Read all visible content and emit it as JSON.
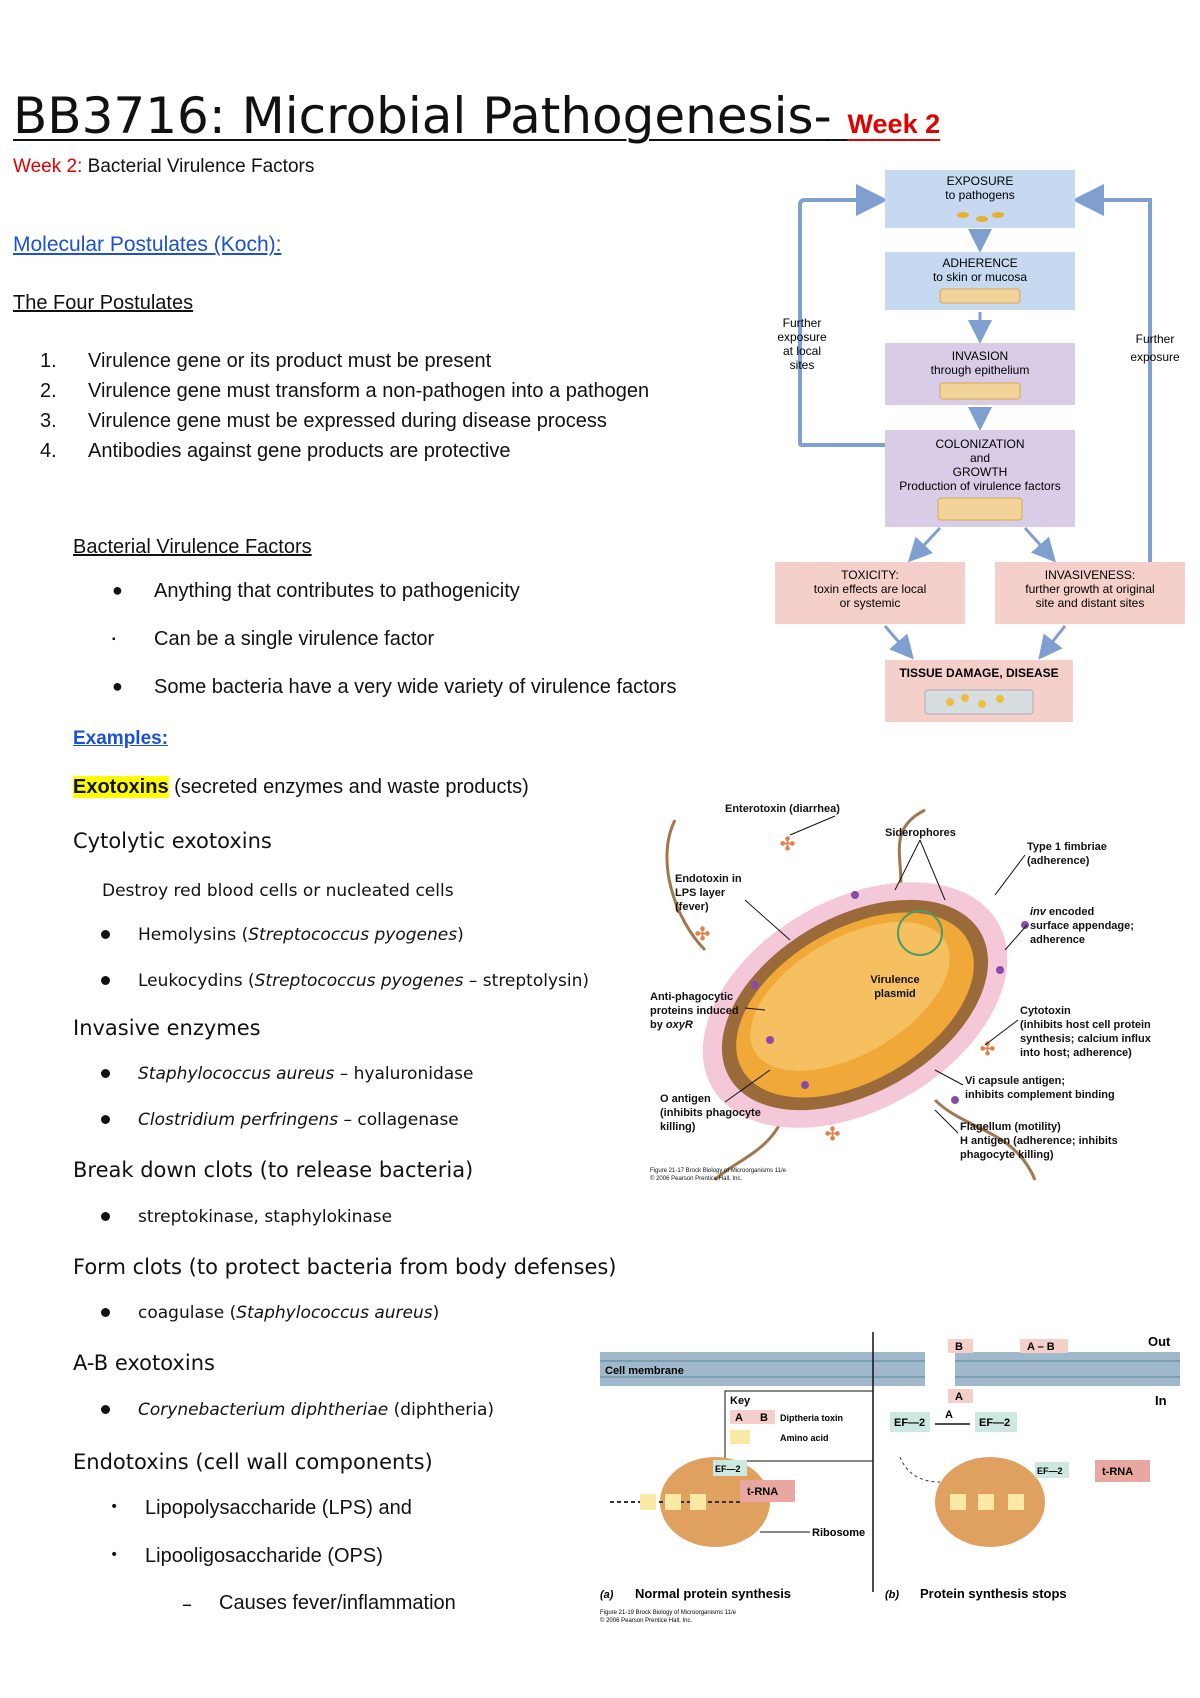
{
  "title": {
    "main": "BB3716: Microbial Pathogenesis-",
    "week": "Week 2"
  },
  "subtitle": {
    "week_label": "Week 2:",
    "topic": "Bacterial Virulence Factors"
  },
  "postulates": {
    "heading": "Molecular Postulates (Koch):",
    "subheading": "The Four Postulates",
    "items": [
      {
        "num": "1.",
        "text": "Virulence gene or its product must be present"
      },
      {
        "num": "2.",
        "text": "Virulence gene must transform a non-pathogen into a pathogen"
      },
      {
        "num": "3.",
        "text": "Virulence gene must be expressed during disease process"
      },
      {
        "num": "4.",
        "text": "Antibodies against gene products are protective"
      }
    ]
  },
  "virulence_factors": {
    "heading": "Bacterial Virulence Factors",
    "bullets": [
      "Anything that contributes to pathogenicity",
      "Can be a single virulence factor",
      "Some bacteria have a very wide variety of virulence factors"
    ]
  },
  "examples": {
    "heading": "Examples:",
    "exotoxins_label": "Exotoxins",
    "exotoxins_desc": "(secreted enzymes and waste products)",
    "cytolytic": {
      "heading": "Cytolytic exotoxins",
      "desc": "Destroy red blood cells or nucleated cells",
      "item1_a": "Hemolysins (",
      "item1_b": "Streptococcus pyogenes",
      "item1_c": ")",
      "item2_a": "Leukocydins (",
      "item2_b": "Streptococcus pyogenes",
      "item2_c": " – streptolysin)"
    },
    "invasive": {
      "heading": "Invasive enzymes",
      "item1_a": "Staphylococcus aureus",
      "item1_b": " – hyaluronidase",
      "item2_a": "Clostridium perfringens",
      "item2_b": " – collagenase"
    },
    "breakdown": {
      "heading": "Break down clots (to release bacteria)",
      "item1": "streptokinase, staphylokinase"
    },
    "formclots": {
      "heading": "Form clots (to protect bacteria from body defenses)",
      "item1_a": "coagulase (",
      "item1_b": "Staphylococcus aureus",
      "item1_c": ")"
    },
    "ab": {
      "heading": "A-B exotoxins",
      "item1_a": "Corynebacterium diphtheriae",
      "item1_b": " (diphtheria)"
    },
    "endo": {
      "heading": "Endotoxins (cell wall components)",
      "item1": "Lipopolysaccharide (LPS) and",
      "item2": "Lipooligosaccharide (OPS)",
      "sub1": "Causes fever/inflammation"
    }
  },
  "flow_diagram": {
    "exposure": "EXPOSURE",
    "exposure2": "to pathogens",
    "adherence": "ADHERENCE",
    "adherence2": "to skin or mucosa",
    "invasion": "INVASION",
    "invasion2": "through epithelium",
    "colonization": "COLONIZATION",
    "colonization2": "and",
    "colonization3": "GROWTH",
    "colonization4": "Production  of virulence factors",
    "toxicity": "TOXICITY:",
    "toxicity2": "toxin effects are local",
    "toxicity3": "or systemic",
    "invasiveness": "INVASIVENESS:",
    "invasiveness2": "further growth at original",
    "invasiveness3": "site and distant sites",
    "damage": "TISSUE DAMAGE, DISEASE",
    "left_note1": "Further",
    "left_note2": "exposure",
    "left_note3": "at local",
    "left_note4": "sites",
    "right_note1": "Further",
    "right_note2": "exposure",
    "colors": {
      "blue": "#c6d9f1",
      "purple": "#d9cce6",
      "pink": "#f5cfc9",
      "arrow": "#7f9fd0"
    }
  },
  "bacterium_diagram": {
    "enterotoxin": "Enterotoxin (diarrhea)",
    "siderophores": "Siderophores",
    "fimbriae1": "Type 1 fimbriae",
    "fimbriae2": "(adherence)",
    "endotoxin1": "Endotoxin in",
    "endotoxin2": "LPS layer",
    "endotoxin3": "(fever)",
    "inv1": "inv",
    "inv1b": " encoded",
    "inv2": "surface appendage;",
    "inv3": "adherence",
    "plasmid1": "Virulence",
    "plasmid2": "plasmid",
    "antiphago1": "Anti-phagocytic",
    "antiphago2": "proteins induced",
    "antiphago3": "by ",
    "antiphago3b": "oxyR",
    "cyto1": "Cytotoxin",
    "cyto2": "(inhibits host cell protein",
    "cyto3": "synthesis; calcium influx",
    "cyto4": "into host; adherence)",
    "vi1": "Vi capsule antigen;",
    "vi2": "inhibits complement binding",
    "oant1": "O antigen",
    "oant2": "(inhibits phagocyte",
    "oant3": "killing)",
    "flag1": "Flagellum (motility)",
    "flag2": "H antigen (adherence; inhibits",
    "flag3": "phagocyte killing)",
    "caption1": "Figure 21-17  Brock Biology of Microorganisms 11/e",
    "caption2": "© 2006 Pearson Prentice Hall, Inc."
  },
  "protein_diagram": {
    "b_label": "B",
    "ab_label": "A – B",
    "out": "Out",
    "in": "In",
    "a_label": "A",
    "membrane": "Cell membrane",
    "key": "Key",
    "key_ab_a": "A",
    "key_ab_b": "B",
    "key_toxin": "Diptheria toxin",
    "key_amino": "Amino acid",
    "ef2": "EF—2",
    "ef2_arrow_a": "A",
    "ef2_star": "EF—2",
    "ef2_on_ribo": "EF—2",
    "trna": "t-RNA",
    "ribosome": "Ribosome",
    "panel_a": "(a)",
    "panel_a_title": "Normal protein synthesis",
    "panel_b": "(b)",
    "panel_b_title": "Protein synthesis stops",
    "ef2_b": "EF—2",
    "trna_b": "t-RNA",
    "caption1": "Figure 21-19  Brock Biology of Microorganisms 11/e",
    "caption2": "© 2006 Pearson Prentice Hall, Inc."
  }
}
